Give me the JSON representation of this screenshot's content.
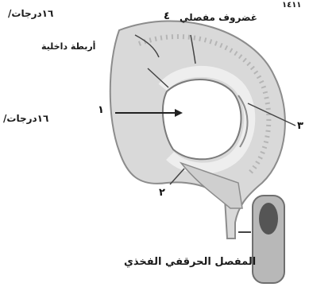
{
  "corner_text": "١٤١١",
  "labels": {
    "degrees_top": "١٦درجات/",
    "cartilage": "غضروف مفصلي",
    "number_4": "٤",
    "ligaments": "أربطة داخلية",
    "degrees_mid": "١٦درجات/",
    "number_1": "١",
    "number_3": "٣",
    "number_2": "٢",
    "caption": "المفصل الحرقفي الفخذي"
  },
  "colors": {
    "bone_outer": "#d9d9d9",
    "bone_stroke": "#8c8c8c",
    "cartilage": "#eeeeee",
    "cavity": "#ffffff",
    "ink": "#1a1a1a"
  }
}
